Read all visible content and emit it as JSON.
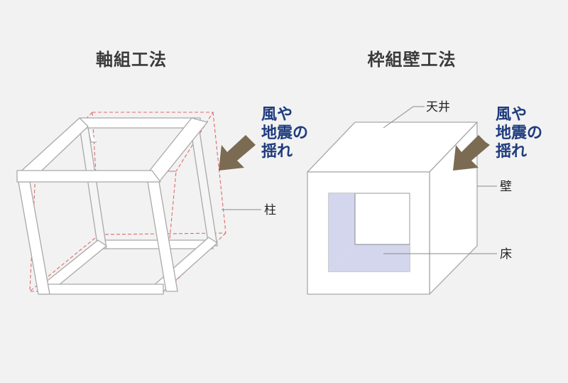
{
  "left": {
    "title": "軸組工法",
    "note_lines": [
      "風や",
      "地震の",
      "揺れ"
    ],
    "label_pillar": "柱"
  },
  "right": {
    "title": "枠組壁工法",
    "note_lines": [
      "風や",
      "地震の",
      "揺れ"
    ],
    "label_ceiling": "天井",
    "label_wall": "壁",
    "label_floor": "床"
  },
  "colors": {
    "background": "#f2f2f2",
    "note_text": "#1e3c7d",
    "arrow": "#7b6b52",
    "ghost_outline": "#e06a6a",
    "floor_tint": "#d3d6ec"
  }
}
